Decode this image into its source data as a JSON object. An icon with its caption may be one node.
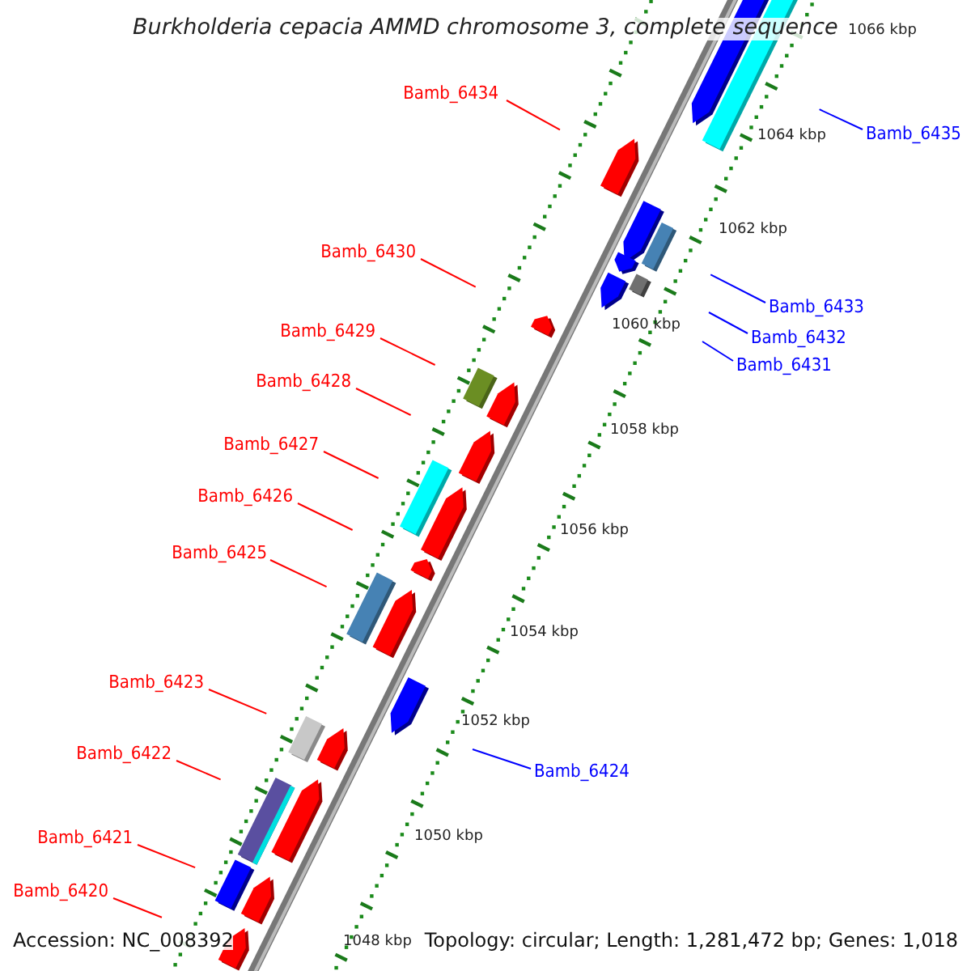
{
  "diagram": {
    "title": "Burkholderia cepacia AMMD chromosome 3, complete sequence",
    "nodes": [
      {
        "text": [
          "Bamb_6434"
        ]
      },
      {
        "text": [
          "Bamb_6430"
        ]
      },
      {
        "text": [
          "Bamb_6429"
        ]
      },
      {
        "text": [
          "Bamb_6428"
        ]
      },
      {
        "text": [
          "Bamb_6427"
        ]
      },
      {
        "text": [
          "Bamb_6426"
        ]
      },
      {
        "text": [
          "Bamb_6425"
        ]
      },
      {
        "text": [
          "Bamb_6423"
        ]
      },
      {
        "text": [
          "Bamb_6422"
        ]
      },
      {
        "text": [
          "Bamb_6421"
        ]
      },
      {
        "text": [
          "Bamb_6420"
        ]
      },
      {
        "text": [
          "Bamb_6435"
        ]
      },
      {
        "text": [
          "Bamb_6433"
        ]
      },
      {
        "text": [
          "Bamb_6432"
        ]
      },
      {
        "text": [
          "Bamb_6431"
        ]
      },
      {
        "text": [
          "Bamb_6424"
        ]
      }
    ],
    "edges": [
      {
        "from": 0,
        "to": null,
        "arrow": "none"
      },
      {
        "from": 1,
        "to": null,
        "arrow": "none"
      },
      {
        "from": 2,
        "to": null,
        "arrow": "none"
      },
      {
        "from": 3,
        "to": null,
        "arrow": "none"
      },
      {
        "from": 4,
        "to": null,
        "arrow": "none"
      },
      {
        "from": 5,
        "to": null,
        "arrow": "none"
      },
      {
        "from": 6,
        "to": null,
        "arrow": "none"
      },
      {
        "from": 7,
        "to": null,
        "arrow": "none"
      },
      {
        "from": 8,
        "to": null,
        "arrow": "none"
      },
      {
        "from": 9,
        "to": null,
        "arrow": "none"
      },
      {
        "from": 10,
        "to": null,
        "arrow": "none"
      },
      {
        "from": 11,
        "to": null,
        "arrow": "none",
        "color": "#0000ff"
      },
      {
        "from": 12,
        "to": null,
        "arrow": "none",
        "color": "#0000ff"
      },
      {
        "from": 13,
        "to": null,
        "arrow": "none",
        "color": "#0000ff"
      },
      {
        "from": 14,
        "to": null,
        "arrow": "none",
        "color": "#0000ff"
      },
      {
        "from": 15,
        "to": null,
        "arrow": "none",
        "color": "#0000ff"
      }
    ],
    "labels": [
      "1066 kbp",
      "1064 kbp",
      "1062 kbp",
      "1060 kbp",
      "1058 kbp",
      "1056 kbp",
      "1054 kbp",
      "1052 kbp",
      "1050 kbp",
      "1048 kbp",
      "Accession: NC_008392",
      "Topology: circular; Length: 1,281,472 bp; Genes: 1,018"
    ]
  }
}
